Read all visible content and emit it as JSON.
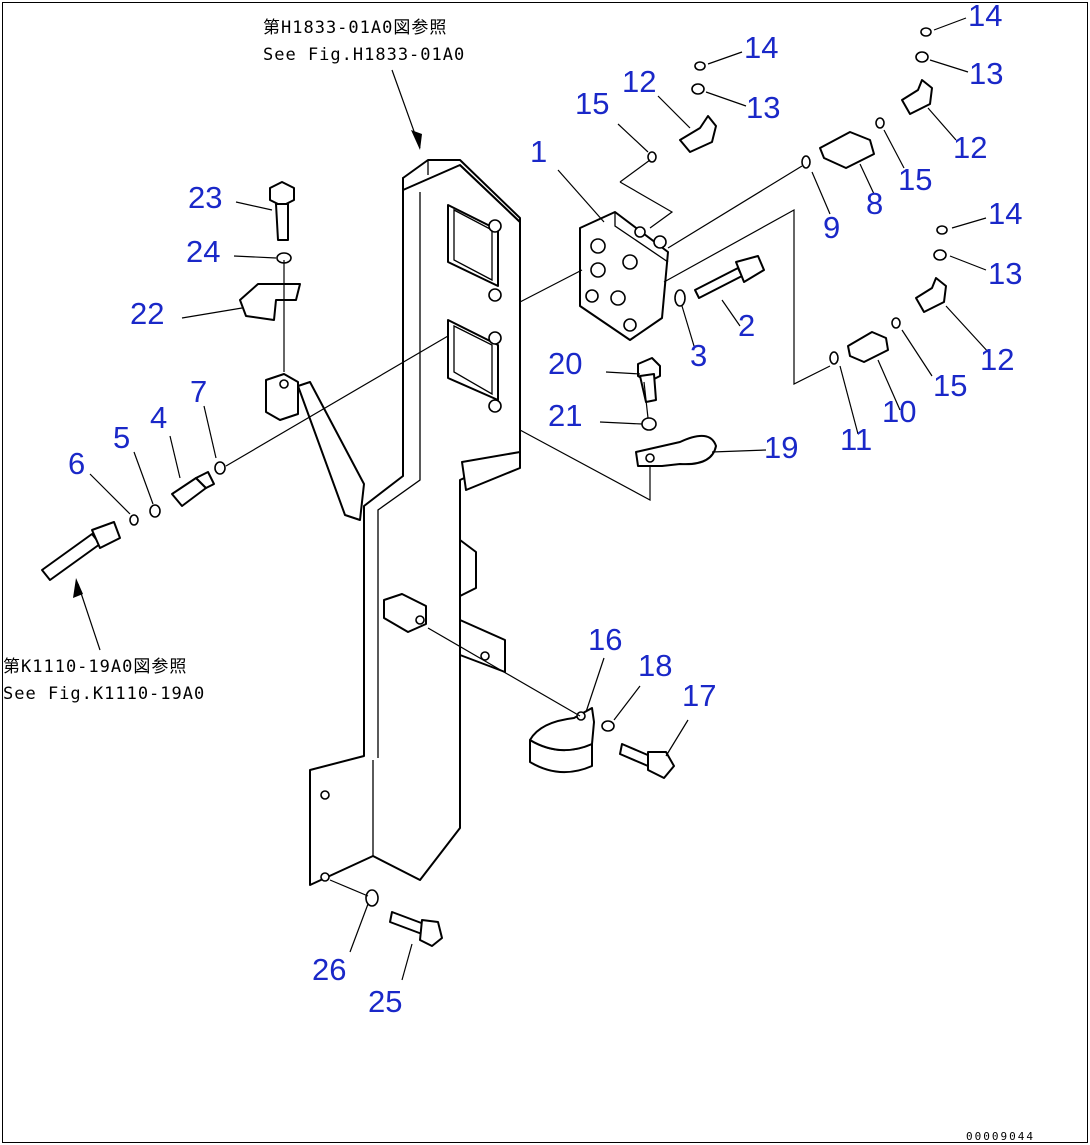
{
  "references": [
    {
      "id": "ref-top",
      "jp": "第H1833-01A0図参照",
      "en": "See Fig.H1833-01A0"
    },
    {
      "id": "ref-left",
      "jp": "第K1110-19A0図参照",
      "en": "See Fig.K1110-19A0"
    }
  ],
  "callouts": [
    {
      "label": "1"
    },
    {
      "label": "2"
    },
    {
      "label": "3"
    },
    {
      "label": "4"
    },
    {
      "label": "5"
    },
    {
      "label": "6"
    },
    {
      "label": "7"
    },
    {
      "label": "8"
    },
    {
      "label": "9"
    },
    {
      "label": "10"
    },
    {
      "label": "11"
    },
    {
      "label": "12"
    },
    {
      "label": "12"
    },
    {
      "label": "12"
    },
    {
      "label": "13"
    },
    {
      "label": "13"
    },
    {
      "label": "13"
    },
    {
      "label": "14"
    },
    {
      "label": "14"
    },
    {
      "label": "14"
    },
    {
      "label": "15"
    },
    {
      "label": "15"
    },
    {
      "label": "15"
    },
    {
      "label": "16"
    },
    {
      "label": "17"
    },
    {
      "label": "18"
    },
    {
      "label": "19"
    },
    {
      "label": "20"
    },
    {
      "label": "21"
    },
    {
      "label": "22"
    },
    {
      "label": "23"
    },
    {
      "label": "24"
    },
    {
      "label": "25"
    },
    {
      "label": "26"
    }
  ],
  "drawing_code": "00009044",
  "colors": {
    "callout": "#1a28c8",
    "line": "#000000",
    "background": "#ffffff"
  }
}
